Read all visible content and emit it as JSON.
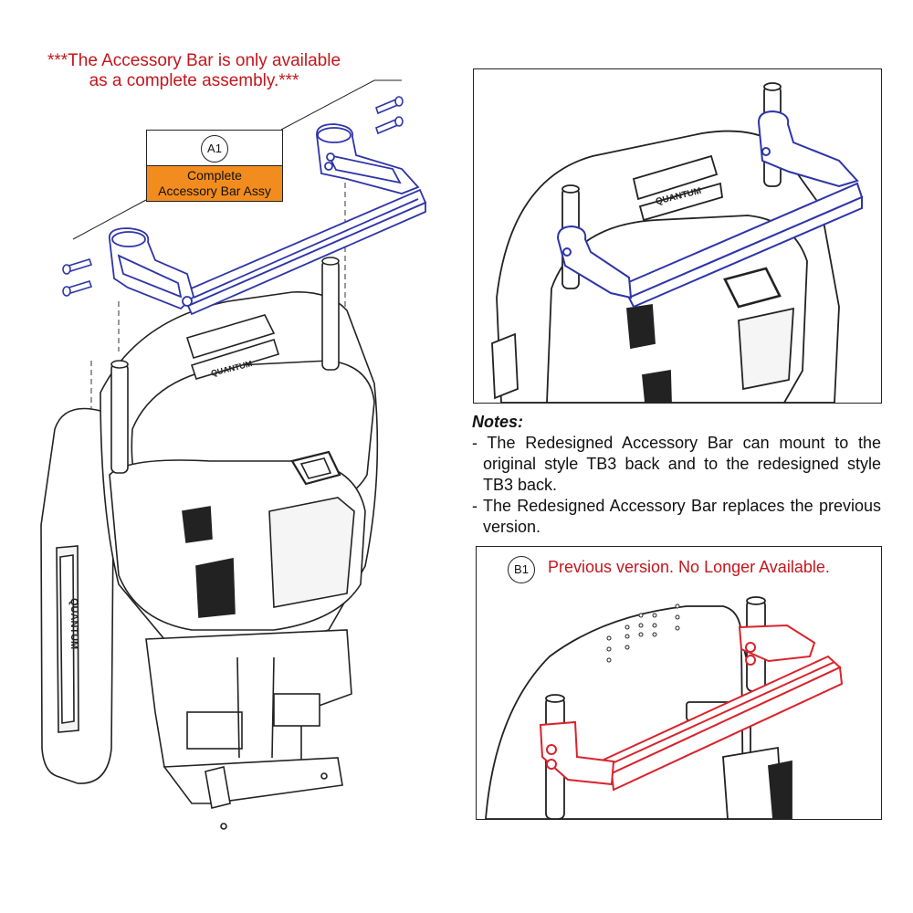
{
  "warning": {
    "line1": "***The Accessory Bar is only available",
    "line2": "as a complete assembly.***"
  },
  "callout_a1": {
    "id": "A1",
    "description_line1": "Complete",
    "description_line2": "Accessory Bar Assy",
    "highlight_color": "#f28c1e"
  },
  "seat_brand": "QUANTUM",
  "notes": {
    "title": "Notes:",
    "items": [
      "- The Redesigned Accessory Bar can mount to the original style TB3 back and to the redesigned style TB3 back.",
      "- The Redesigned Accessory Bar replaces the previous version."
    ]
  },
  "callout_b1": {
    "id": "B1",
    "label": "Previous version. No Longer Available.",
    "highlight_color": "#d9232b"
  },
  "colors": {
    "new_part": "#2e35a8",
    "old_part": "#d9232b",
    "warning_text": "#c4161c"
  }
}
